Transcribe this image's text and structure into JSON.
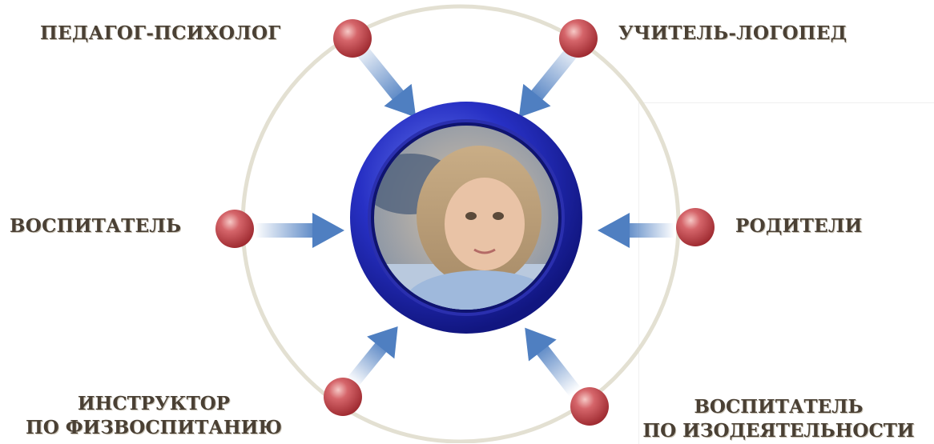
{
  "diagram": {
    "center": {
      "image": "child-portrait"
    },
    "nodes": [
      {
        "id": "psychologist",
        "lines": [
          "ПЕДАГОГ-ПСИХОЛОГ"
        ]
      },
      {
        "id": "speech",
        "lines": [
          "УЧИТЕЛЬ-ЛОГОПЕД"
        ]
      },
      {
        "id": "educator",
        "lines": [
          "ВОСПИТАТЕЛЬ"
        ]
      },
      {
        "id": "parents",
        "lines": [
          "РОДИТЕЛИ"
        ]
      },
      {
        "id": "pe",
        "lines": [
          "ИНСТРУКТОР",
          "ПО ФИЗВОСПИТАНИЮ"
        ]
      },
      {
        "id": "art",
        "lines": [
          "ВОСПИТАТЕЛЬ",
          "ПО ИЗОДЕЯТЕЛЬНОСТИ"
        ]
      }
    ],
    "colors": {
      "node": "#c0444a",
      "arrow": "#4f7fc1",
      "ring": "#e3e0d2",
      "center_ring": "#1c22a8",
      "label": "#4a4034"
    }
  }
}
